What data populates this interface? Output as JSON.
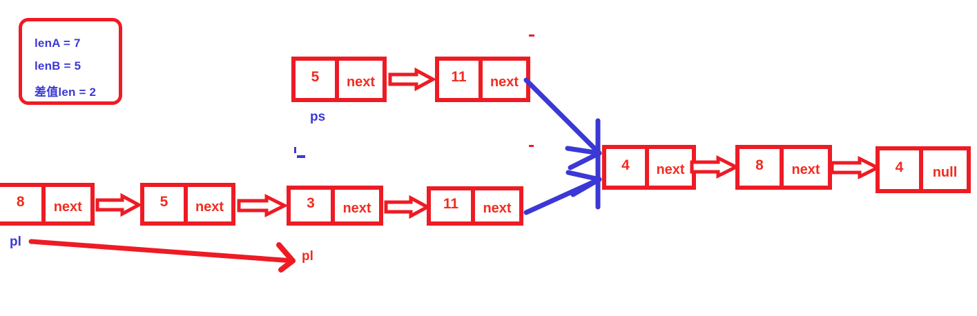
{
  "info_box": {
    "lines": [
      "lenA = 7",
      "lenB = 5",
      "差值len = 2"
    ],
    "border_color": "#ee1b24",
    "text_color": "#3b38d6"
  },
  "colors": {
    "node_red": "#ee1b24",
    "text_red": "#f22c20",
    "pointer_blue": "#3b38d6",
    "background": "#ffffff"
  },
  "lists": {
    "short_list": {
      "pointer_label": "ps",
      "pointer_label_color": "#3b38d6",
      "nodes": [
        {
          "value": "5",
          "next_label": "next"
        },
        {
          "value": "11",
          "next_label": "next"
        }
      ]
    },
    "long_list": {
      "pointer_label": "pl",
      "pointer_label_color": "#3b38d6",
      "moved_pointer_label": "pl",
      "moved_pointer_label_color": "#f22c20",
      "nodes": [
        {
          "value": "8",
          "next_label": "next"
        },
        {
          "value": "5",
          "next_label": "next"
        },
        {
          "value": "3",
          "next_label": "next"
        },
        {
          "value": "11",
          "next_label": "next"
        }
      ]
    },
    "shared_tail": {
      "nodes": [
        {
          "value": "4",
          "next_label": "next"
        },
        {
          "value": "8",
          "next_label": "next"
        },
        {
          "value": "4",
          "next_label": "null"
        }
      ]
    }
  },
  "annotations": {
    "intersection_marker": "vertical-blue-bar",
    "converging_arrow_count": 2
  }
}
